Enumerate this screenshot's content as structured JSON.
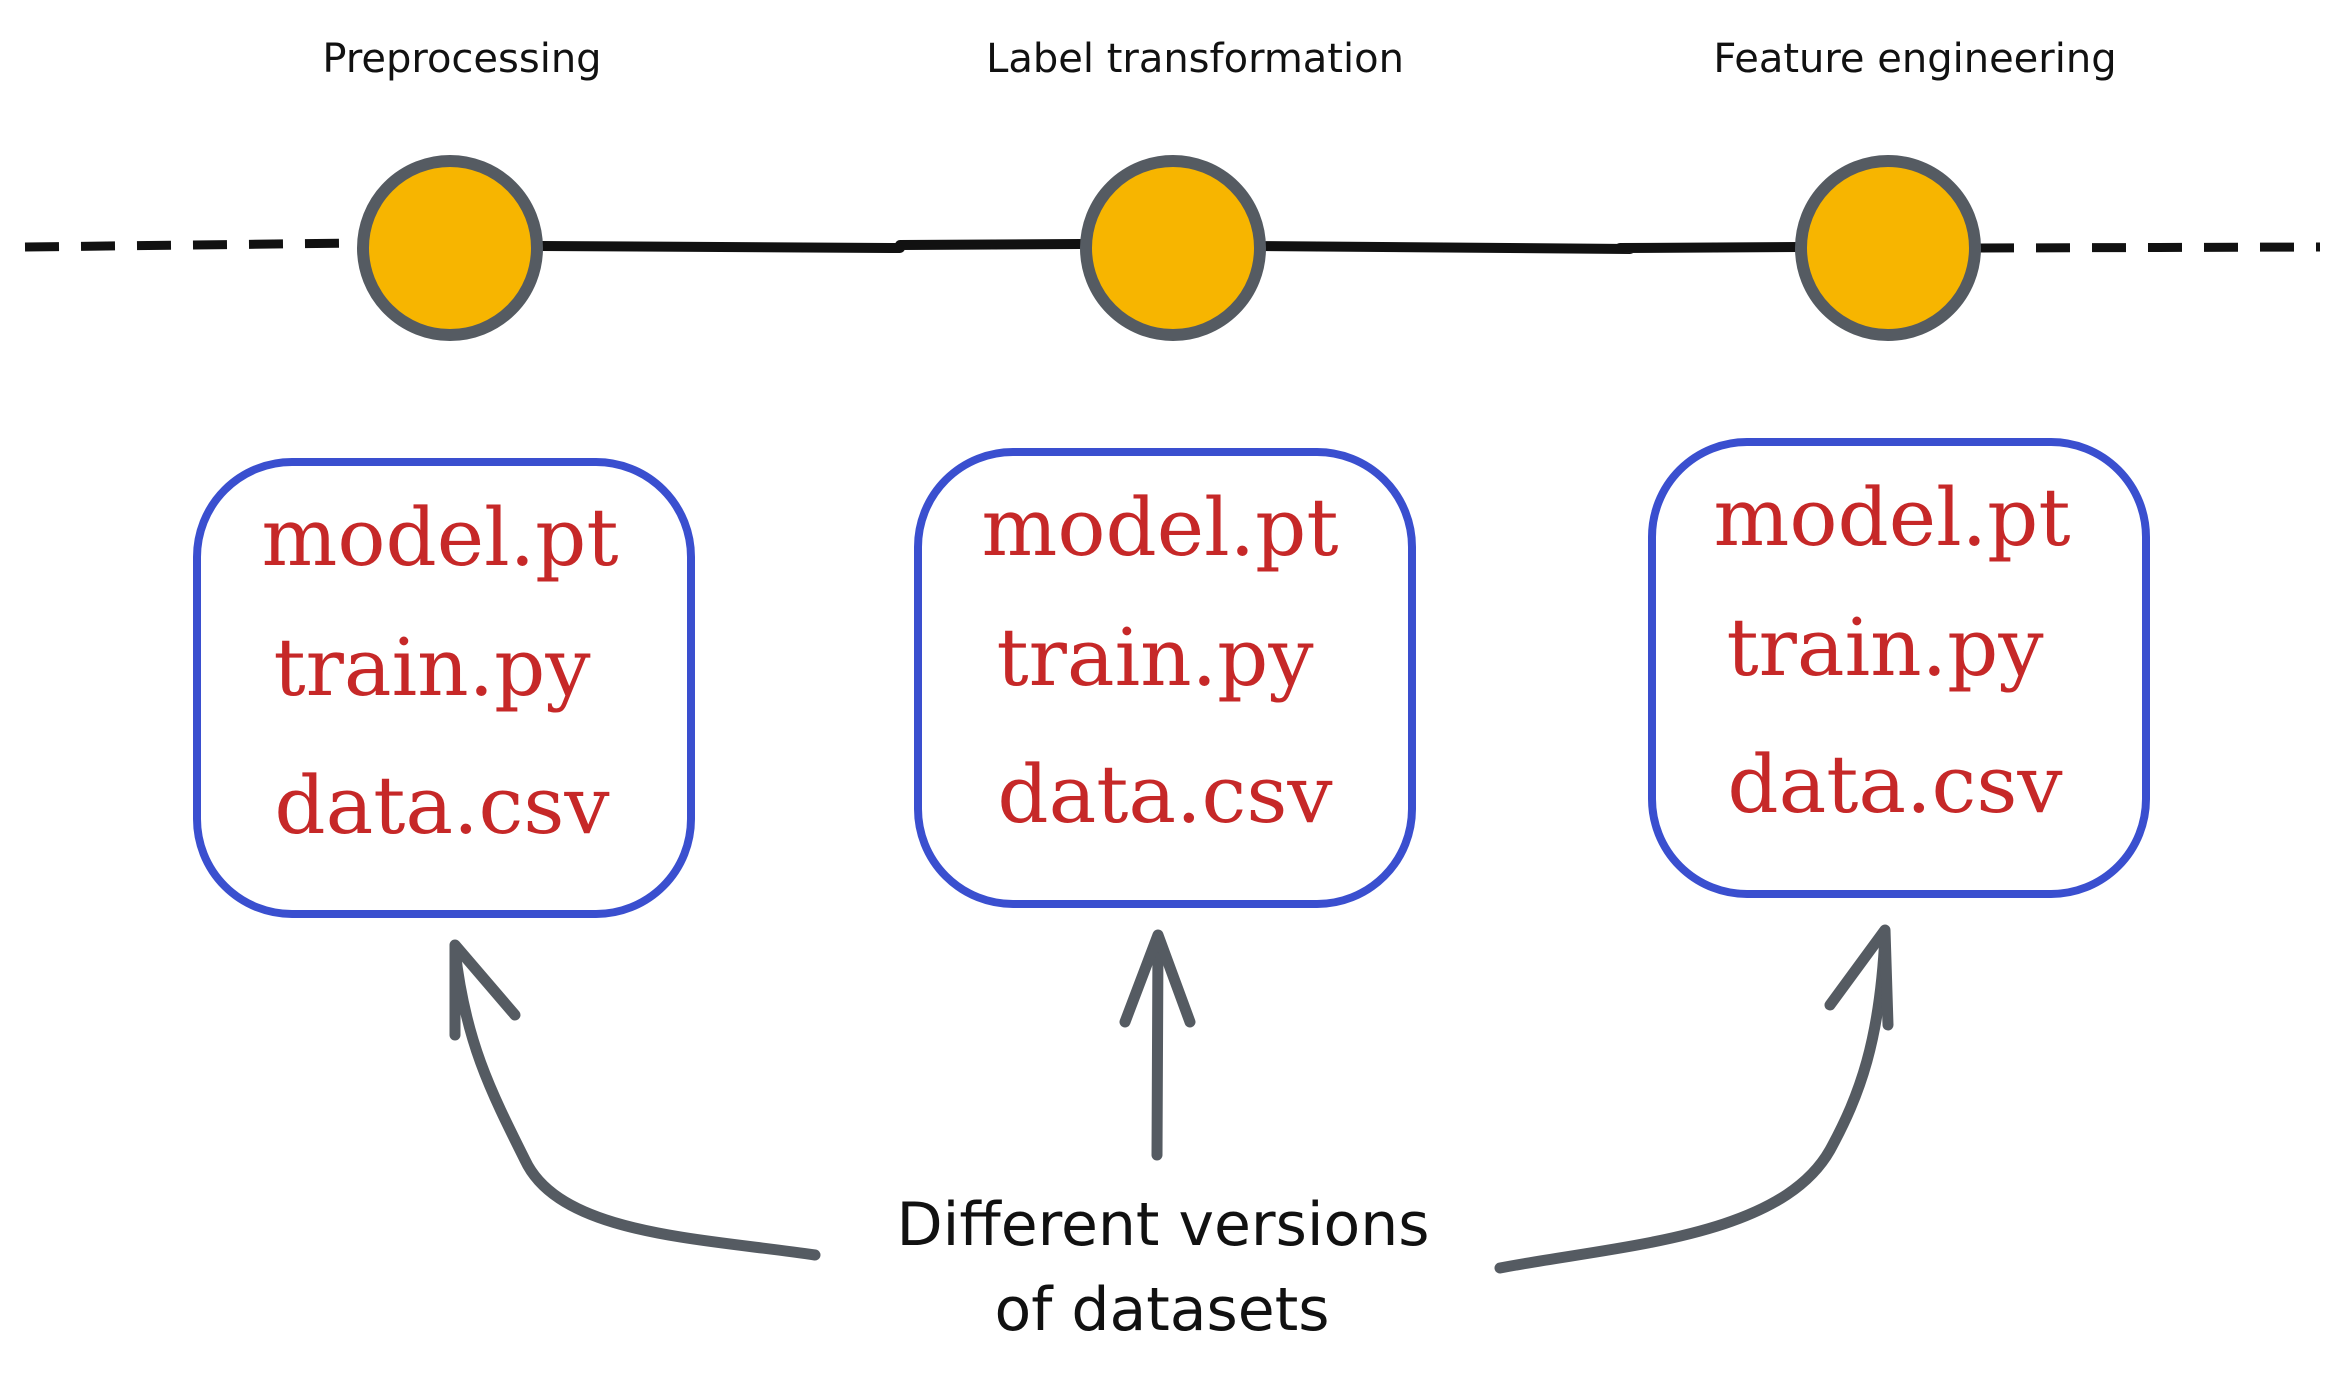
{
  "stages": [
    {
      "label": "Preprocessing",
      "files": [
        "model.pt",
        "train.py",
        "data.csv"
      ]
    },
    {
      "label": "Label transformation",
      "files": [
        "model.pt",
        "train.py",
        "data.csv"
      ]
    },
    {
      "label": "Feature engineering",
      "files": [
        "model.pt",
        "train.py",
        "data.csv"
      ]
    }
  ],
  "caption": {
    "line1": "Different versions",
    "line2": "of datasets"
  },
  "colors": {
    "node_fill": "#f7b500",
    "node_stroke": "#555b62",
    "box_stroke": "#3a4fcf",
    "file_text": "#c62828",
    "timeline": "#111111",
    "arrow": "#555b62"
  }
}
